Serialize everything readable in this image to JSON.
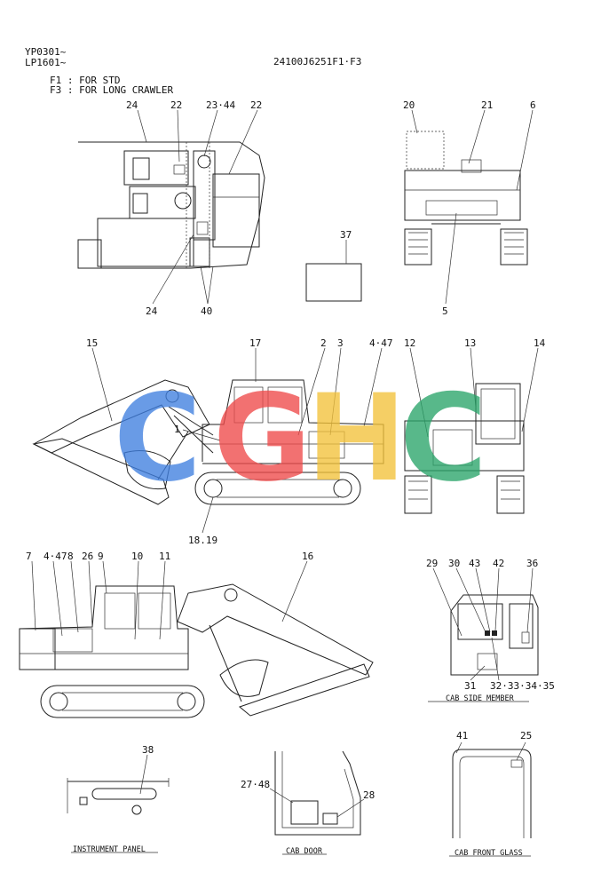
{
  "header": {
    "serial_1": "YP0301~",
    "serial_2": "LP1601~",
    "part_number": "24100J6251F1·F3",
    "note_1": "F1 : FOR STD",
    "note_2": "F3 : FOR LONG CRAWLER"
  },
  "watermark": {
    "letters": [
      "C",
      "G",
      "H",
      "C"
    ],
    "colors": [
      "#3f7fe0",
      "#ef4a4a",
      "#f3c23a",
      "#2aa56a"
    ]
  },
  "views": {
    "top": {
      "callouts": [
        "24",
        "22",
        "23·44",
        "22",
        "24",
        "40"
      ]
    },
    "rear": {
      "callouts": [
        "20",
        "21",
        "6",
        "5"
      ]
    },
    "label_37": {
      "callout": "37"
    },
    "right_side": {
      "callouts": [
        "15",
        "17",
        "2",
        "3",
        "4·47",
        "1",
        "18.19"
      ]
    },
    "front": {
      "callouts": [
        "12",
        "13",
        "14"
      ]
    },
    "left_side": {
      "callouts": [
        "7",
        "4·47",
        "8",
        "26",
        "9",
        "10",
        "11",
        "16"
      ]
    },
    "cab_side": {
      "title": "CAB SIDE MEMBER",
      "callouts": [
        "29",
        "30",
        "43",
        "42",
        "36",
        "31",
        "32·33·34·35"
      ]
    },
    "instrument": {
      "title": "INSTRUMENT PANEL",
      "callouts": [
        "38"
      ]
    },
    "cab_door": {
      "title": "CAB DOOR",
      "callouts": [
        "27·48",
        "28"
      ]
    },
    "cab_glass": {
      "title": "CAB FRONT GLASS",
      "callouts": [
        "41",
        "25"
      ]
    }
  }
}
